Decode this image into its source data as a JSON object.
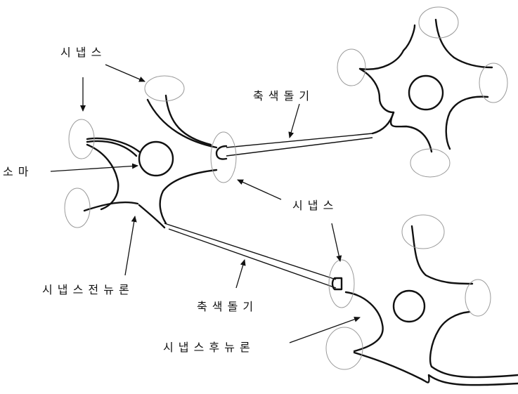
{
  "labels": {
    "synapse_top": "시 냅 스",
    "axon_top": "축 색 돌 기",
    "soma": "소 마",
    "synapse_mid": "시 냅 스",
    "presynaptic": "시 냅 스  전  뉴 론",
    "axon_bottom": "축 색 돌 기",
    "postsynaptic": "시 냅 스  후  뉴 론"
  },
  "colors": {
    "line": "#111111",
    "synapse_outline": "#9a9a9a",
    "background": "#ffffff"
  }
}
